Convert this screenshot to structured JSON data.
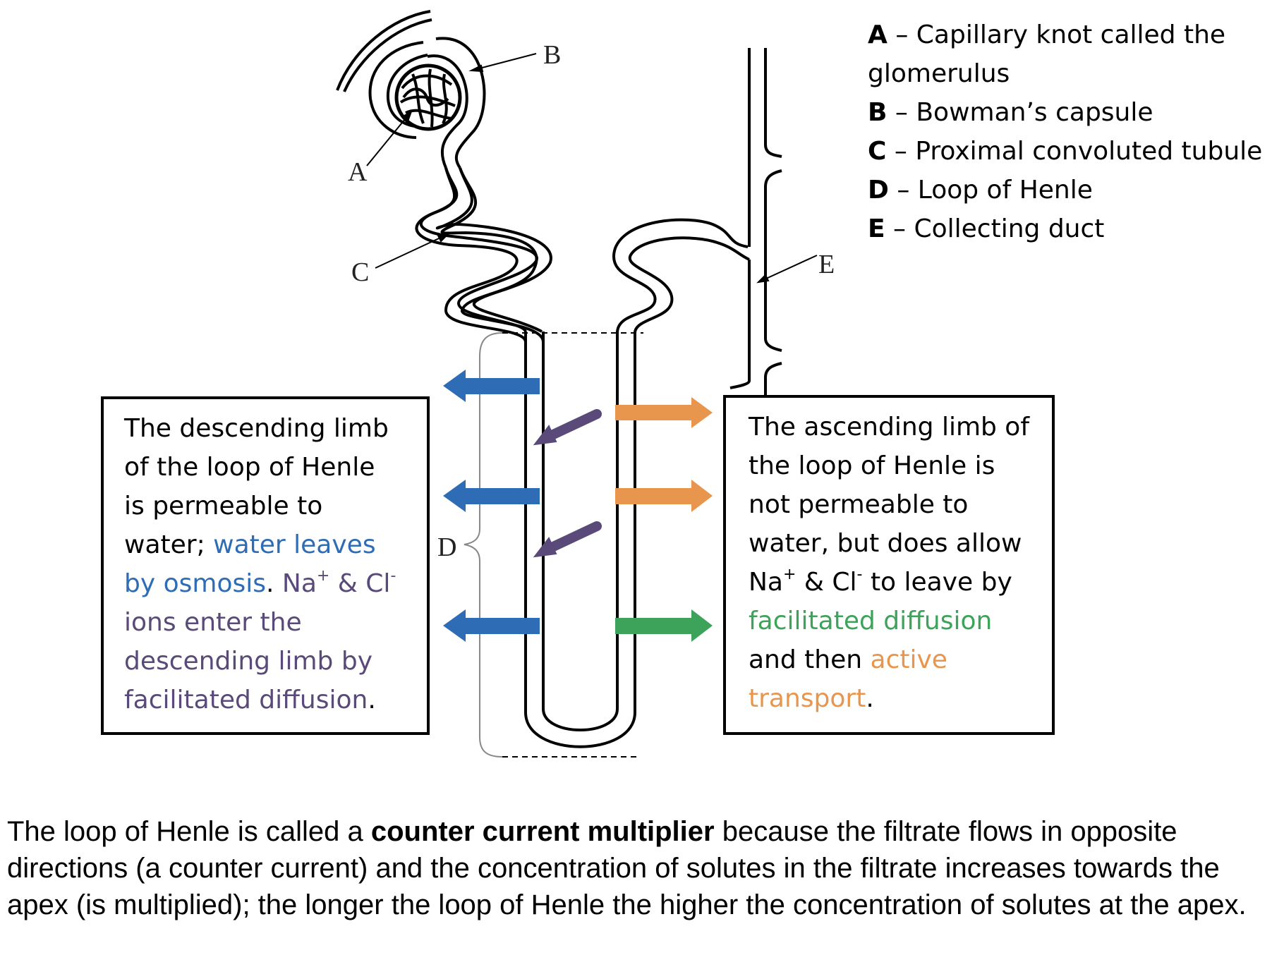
{
  "labels": {
    "a": "A",
    "b": "B",
    "c": "C",
    "d": "D",
    "e": "E"
  },
  "legend": [
    {
      "letter": "A",
      "sep": " – ",
      "text": "Capillary knot called the",
      "cont": "glomerulus"
    },
    {
      "letter": "B",
      "sep": " – ",
      "text": "Bowman’s capsule"
    },
    {
      "letter": "C",
      "sep": " – ",
      "text": "Proximal convoluted tubule"
    },
    {
      "letter": "D",
      "sep": " – ",
      "text": "Loop of Henle"
    },
    {
      "letter": "E",
      "sep": " – ",
      "text": "Collecting duct"
    }
  ],
  "left_box": {
    "line1": "The descending limb",
    "line2": "of the loop of Henle",
    "line3": "is permeable to",
    "line4_a": "water; ",
    "line4_b": "water leaves",
    "line5_a": "by osmosis",
    "line5_b": ". ",
    "line5_c": "Na",
    "line5_sup1": "+",
    "line5_d": " & Cl",
    "line5_sup2": "-",
    "line6": "ions enter the",
    "line7": "descending limb by",
    "line8_a": "facilitated diffusion",
    "line8_b": "."
  },
  "right_box": {
    "line1": "The ascending limb of",
    "line2": "the loop of Henle is",
    "line3": "not permeable to",
    "line4": "water, but does allow",
    "line5_a": "Na",
    "line5_sup1": "+",
    "line5_b": " & Cl",
    "line5_sup2": "-",
    "line5_c": " to leave by",
    "line6": "facilitated diffusion",
    "line7_a": "and then ",
    "line7_b": "active",
    "line8_a": "transport",
    "line8_b": "."
  },
  "caption": {
    "part1": "The loop of Henle is called a ",
    "bold": "counter current multiplier",
    "part2": " because the filtrate flows in opposite directions (a counter current) and the concentration of solutes in the filtrate increases towards the apex (is multiplied); the longer the loop of Henle the higher the concentration of solutes at the apex."
  },
  "colors": {
    "water_arrow": "#2e6db5",
    "ion_entry_arrow": "#5a4a7a",
    "active_transport_arrow": "#e8954e",
    "facilitated_diffusion_arrow": "#3da35a"
  }
}
